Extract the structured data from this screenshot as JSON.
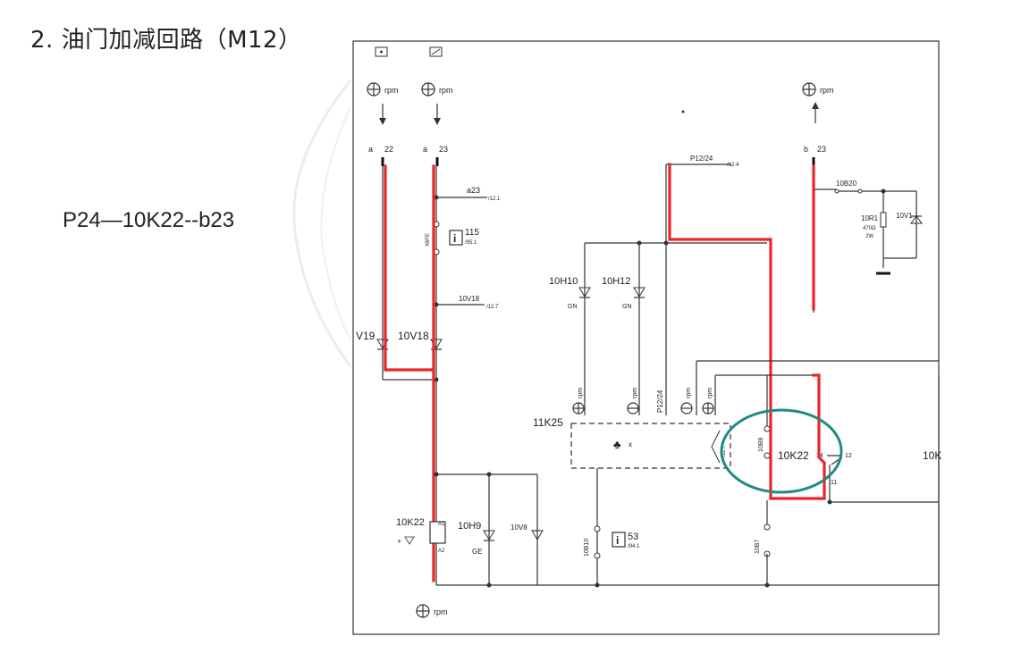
{
  "heading": "2. 油门加减回路（M12）",
  "subtitle": "P24—10K22--b23",
  "schematic": {
    "rpm": "rpm",
    "col_a22_a": "a",
    "col_a22_n": "22",
    "col_a23_a": "a",
    "col_a23_n": "23",
    "col_b23_b": "b",
    "col_b23_n": "23",
    "a23_label": "a23",
    "a23_ref": "/12.1",
    "info115": "115",
    "info115_ref": "/95.1",
    "x6f_label": "X6FE",
    "v18_branch": "10V18",
    "v18_ref": "/12.7",
    "p1224_top": "P12/24",
    "p1224_ref": "/12.4",
    "b20": "10B20",
    "r1": "10R1",
    "r1_val1": "470Ω",
    "r1_val2": "2W",
    "v1": "10V1",
    "h10": "10H10",
    "h12": "10H12",
    "gn": "GN",
    "v19": "V19",
    "v18": "10V18",
    "pin_rpm1": "rpm",
    "pin_rpm2": "rpm",
    "pin_p1224": "P12/24",
    "pin_rpm3": "rpm",
    "pin_rpm4": "rpm",
    "k25": "11K25",
    "k25_mark": "x",
    "ref_12_7": "/12.7",
    "b8": "10B8",
    "k22": "10K22",
    "pin14": "14",
    "pin12": "12",
    "pin11": "11",
    "k22_right": "10K",
    "k22_coil": "10K22",
    "a1": "A1",
    "a2": "A2",
    "h9": "10H9",
    "ge": "GE",
    "v8": "10V8",
    "b10": "10B10",
    "info53": "53",
    "info53_ref": "/94.1",
    "b7": "10B7"
  }
}
